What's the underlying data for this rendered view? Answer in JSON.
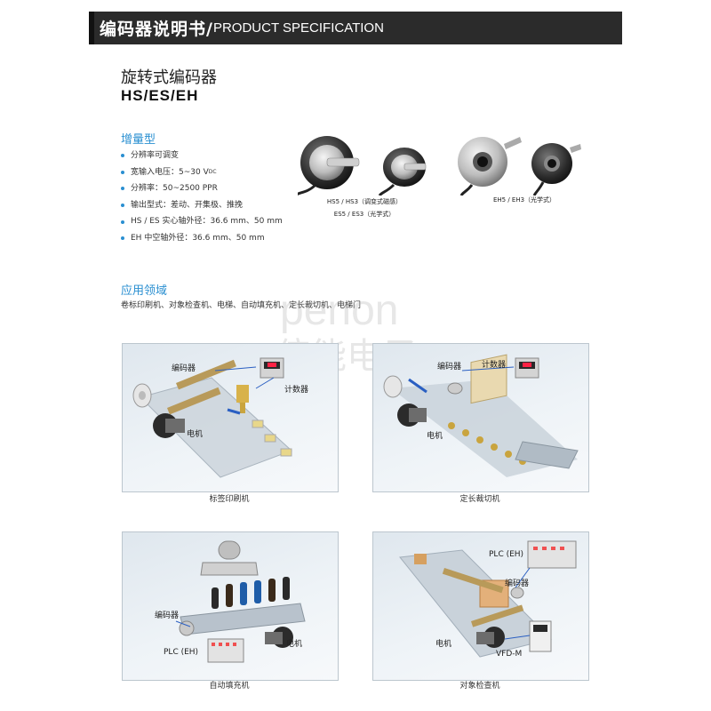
{
  "header": {
    "title": "编码器说明书/",
    "subtitle": "PRODUCT SPECIFICATION"
  },
  "product": {
    "title": "旋转式编码器",
    "models": "HS/ES/EH"
  },
  "incremental": {
    "heading": "增量型",
    "features": [
      "分辨率可调变",
      "宽输入电压：5~30 V",
      "分辨率：50~2500 PPR",
      "输出型式：差动、开集极、推挽",
      "HS / ES 实心轴外径：36.6 mm、50 mm",
      "EH 中空轴外径：36.6 mm、50 mm"
    ],
    "voltage_sub": "DC",
    "captions": {
      "hs_line1": "HS5 / HS3（调变式磁感）",
      "hs_line2": "ES5 / ES3（光学式）",
      "eh": "EH5 / EH3（光学式）"
    }
  },
  "applications": {
    "heading": "应用领域",
    "list": "卷标印刷机、对象检查机、电梯、自动填充机、定长裁切机、电梯门",
    "panels": [
      {
        "caption": "标签印刷机",
        "labels": {
          "encoder": "编码器",
          "counter": "计数器",
          "motor": "电机"
        }
      },
      {
        "caption": "定长裁切机",
        "labels": {
          "encoder": "编码器",
          "counter": "计数器",
          "motor": "电机"
        }
      },
      {
        "caption": "自动填充机",
        "labels": {
          "encoder": "编码器",
          "motor": "电机",
          "plc": "PLC (EH)"
        }
      },
      {
        "caption": "对象检查机",
        "labels": {
          "plc": "PLC (EH)",
          "encoder": "编码器",
          "motor": "电机",
          "vfd": "VFD-M"
        }
      }
    ]
  },
  "watermark": {
    "latin": "penon",
    "chinese": "倍能电子"
  },
  "colors": {
    "accent": "#2a8fd1",
    "header_bg": "#2b2b2b"
  }
}
